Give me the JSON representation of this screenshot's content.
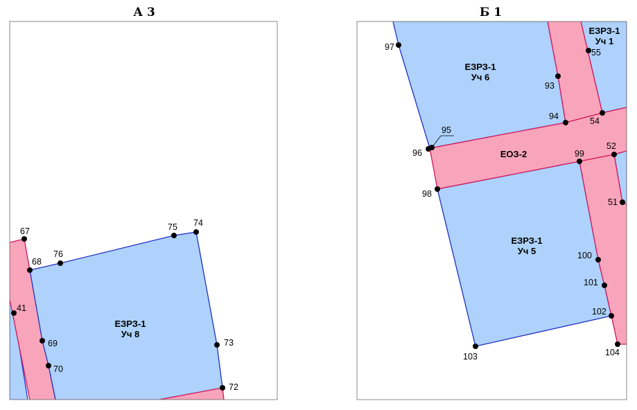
{
  "panels": [
    {
      "title": "А 3",
      "zones": [
        {
          "line1": "ЕЗРЗ-1",
          "line2": "Уч 8"
        }
      ],
      "points": [
        "67",
        "68",
        "76",
        "75",
        "74",
        "41",
        "69",
        "70",
        "73",
        "72"
      ]
    },
    {
      "title": "Б 1",
      "zones": [
        {
          "line1": "ЕЗРЗ-1",
          "line2": "Уч 6"
        },
        {
          "line1": "ЕЗРЗ-1",
          "line2": "Уч 1"
        },
        {
          "line1": "ЕОЗ-2",
          "line2": ""
        },
        {
          "line1": "ЕЗРЗ-1",
          "line2": "Уч 5"
        }
      ],
      "points": [
        "97",
        "93",
        "94",
        "55",
        "54",
        "95",
        "96",
        "99",
        "52",
        "98",
        "51",
        "100",
        "101",
        "102",
        "103",
        "104"
      ]
    }
  ],
  "colors": {
    "zone_blue": "#aed2fb",
    "boundary_blue": "#1f2fc4",
    "zone_pink": "#f8a5bb",
    "boundary_pink": "#d4165a"
  }
}
